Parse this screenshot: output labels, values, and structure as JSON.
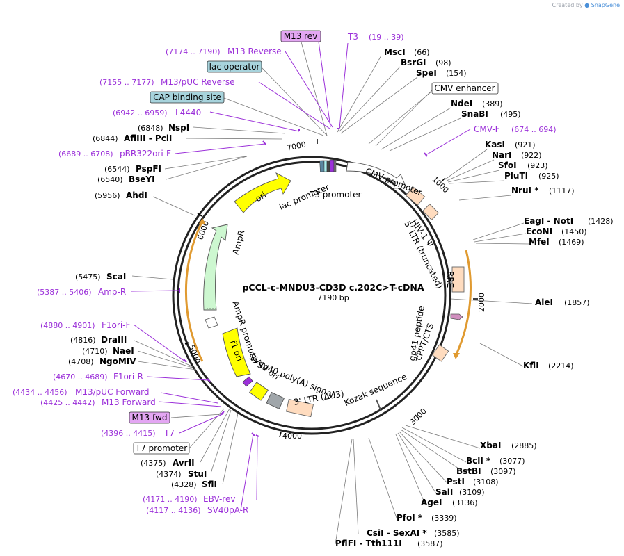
{
  "watermark": {
    "prefix": "Created by",
    "brand": "SnapGene"
  },
  "plasmid": {
    "name": "pCCL-c-MNDU3-CD3D c.202C>T-cDNA",
    "size": "7190 bp"
  },
  "ticks": [
    "1000",
    "2000",
    "3000",
    "4000",
    "5000",
    "6000",
    "7000"
  ],
  "sites": [
    {
      "name": "MscI",
      "pos": "(66)"
    },
    {
      "name": "BsrGI",
      "pos": "(98)"
    },
    {
      "name": "SpeI",
      "pos": "(154)"
    },
    {
      "name": "NdeI",
      "pos": "(389)"
    },
    {
      "name": "SnaBI",
      "pos": "(495)"
    },
    {
      "name": "KasI",
      "pos": "(921)"
    },
    {
      "name": "NarI",
      "pos": "(922)"
    },
    {
      "name": "SfoI",
      "pos": "(923)"
    },
    {
      "name": "PluTI",
      "pos": "(925)"
    },
    {
      "name": "NruI *",
      "pos": "(1117)"
    },
    {
      "name": "EagI  - NotI",
      "pos": "(1428)"
    },
    {
      "name": "EcoNI",
      "pos": "(1450)"
    },
    {
      "name": "MfeI",
      "pos": "(1469)"
    },
    {
      "name": "AleI",
      "pos": "(1857)"
    },
    {
      "name": "KflI",
      "pos": "(2214)"
    },
    {
      "name": "XbaI",
      "pos": "(2885)"
    },
    {
      "name": "BclI *",
      "pos": "(3077)"
    },
    {
      "name": "BstBI",
      "pos": "(3097)"
    },
    {
      "name": "PstI",
      "pos": "(3108)"
    },
    {
      "name": "SalI",
      "pos": "(3109)"
    },
    {
      "name": "AgeI",
      "pos": "(3136)"
    },
    {
      "name": "PfoI *",
      "pos": "(3339)"
    },
    {
      "name": "CsiI  - SexAI *",
      "pos": "(3585)"
    },
    {
      "name": "PflFI  - Tth111I",
      "pos": "(3587)"
    },
    {
      "name": "SflI",
      "pos": "(4328)"
    },
    {
      "name": "StuI",
      "pos": "(4374)"
    },
    {
      "name": "AvrII",
      "pos": "(4375)"
    },
    {
      "name": "NgoMIV",
      "pos": "(4708)"
    },
    {
      "name": "NaeI",
      "pos": "(4710)"
    },
    {
      "name": "DraIII",
      "pos": "(4816)"
    },
    {
      "name": "ScaI",
      "pos": "(5475)"
    },
    {
      "name": "AhdI",
      "pos": "(5956)"
    },
    {
      "name": "BseYI",
      "pos": "(6540)"
    },
    {
      "name": "PspFI",
      "pos": "(6544)"
    },
    {
      "name": "AflIII  - PciI",
      "pos": "(6844)"
    },
    {
      "name": "NspI",
      "pos": "(6848)"
    }
  ],
  "primers": [
    {
      "name": "T3",
      "pos": "(19 .. 39)"
    },
    {
      "name": "CMV-F",
      "pos": "(674 .. 694)"
    },
    {
      "name": "EBV-rev",
      "pos": "(4171 .. 4190)"
    },
    {
      "name": "SV40pA-R",
      "pos": "(4117 .. 4136)"
    },
    {
      "name": "T7",
      "pos": "(4396 .. 4415)"
    },
    {
      "name": "M13 Forward",
      "pos": "(4425 .. 4442)"
    },
    {
      "name": "M13/pUC Forward",
      "pos": "(4434 .. 4456)"
    },
    {
      "name": "F1ori-R",
      "pos": "(4670 .. 4689)"
    },
    {
      "name": "F1ori-F",
      "pos": "(4880 .. 4901)"
    },
    {
      "name": "Amp-R",
      "pos": "(5387 .. 5406)"
    },
    {
      "name": "pBR322ori-F",
      "pos": "(6689 .. 6708)"
    },
    {
      "name": "L4440",
      "pos": "(6942 .. 6959)"
    },
    {
      "name": "M13/pUC Reverse",
      "pos": "(7155 .. 7177)"
    },
    {
      "name": "M13 Reverse",
      "pos": "(7174 .. 7190)"
    }
  ],
  "boxed": [
    {
      "name": "M13 rev",
      "style": "primer"
    },
    {
      "name": "lac operator",
      "style": "protein"
    },
    {
      "name": "CAP binding site",
      "style": "protein"
    },
    {
      "name": "CMV enhancer",
      "style": "plain"
    },
    {
      "name": "M13 fwd",
      "style": "primer"
    },
    {
      "name": "T7 promoter",
      "style": "plain"
    }
  ],
  "features": {
    "lac_promoter": "lac promoter",
    "t3_promoter": "T3 promoter",
    "cmv_promoter": "CMV promoter",
    "hiv_psi": "HIV-1 Ψ",
    "ltr_trunc": "5' LTR (truncated)",
    "rre": "RRE",
    "gp41": "gp41 peptide",
    "cppt": "cPPT/CTS",
    "kozak": "Kozak sequence",
    "ltr3": "3' LTR (ΔU3)",
    "sv40pa": "SV40 poly(A) signal",
    "sv40ori": "SV40 ori",
    "f1ori": "f1 ori",
    "ampr_promoter": "AmpR promoter",
    "ampr": "AmpR",
    "ori": "ori"
  },
  "colors": {
    "primer": "#9b30d9",
    "primer_box": "#e3a6f2",
    "protein_box": "#a7d3dc",
    "ori": "#ffff00",
    "ampr": "#cdf7d0",
    "ltr": "#ffdcbf",
    "orange": "#e09a30"
  }
}
